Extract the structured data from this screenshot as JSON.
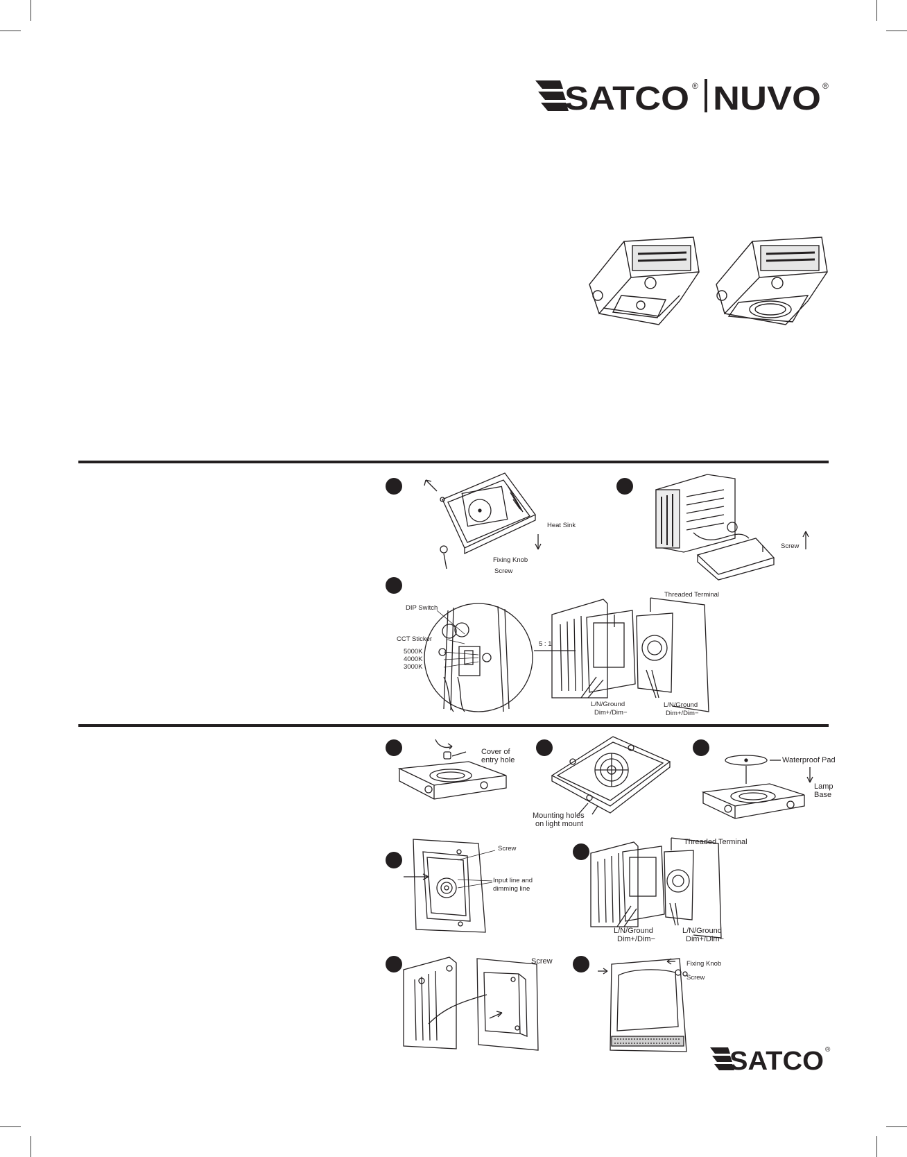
{
  "brand": {
    "logo_primary": "SATCO",
    "logo_secondary": "NUVO",
    "registered_mark": "®",
    "footer_logo": "SATCO",
    "colors": {
      "ink": "#231f20",
      "paper": "#ffffff"
    }
  },
  "section_install_1": {
    "figure1": {
      "heat_sink": "Heat Sink",
      "fixing_knob": "Fixing Knob",
      "screw": "Screw"
    },
    "figure2": {
      "screw": "Screw"
    },
    "figure3": {
      "dip_switch": "DIP Switch",
      "cct_sticker": "CCT Sticker",
      "cct_5000": "5000K",
      "cct_4000": "4000K",
      "cct_3000": "3000K",
      "scale": "5 : 1",
      "threaded_terminal": "Threaded Terminal",
      "wiring_left_1": "L/N/Ground",
      "wiring_left_2": "Dim+/Dim−",
      "wiring_right_1": "L/N/Ground",
      "wiring_right_2": "Dim+/Dim−"
    }
  },
  "section_install_2": {
    "figure1": {
      "cover_1": "Cover of",
      "cover_2": "entry hole"
    },
    "figure2": {
      "mount_1": "Mounting holes",
      "mount_2": "on light mount"
    },
    "figure3": {
      "waterproof_pad": "Waterproof Pad",
      "lamp_1": "Lamp",
      "lamp_2": "Base"
    },
    "figure4": {
      "screw": "Screw",
      "input_1": "Input line and",
      "input_2": "dimming line"
    },
    "figure5": {
      "threaded_terminal": "Threaded Terminal",
      "wiring_left_1": "L/N/Ground",
      "wiring_left_2": "Dim+/Dim−",
      "wiring_right_1": "L/N/Ground",
      "wiring_right_2": "Dim+/Dim−"
    },
    "figure6": {
      "screw": "Screw"
    },
    "figure7": {
      "fixing_knob": "Fixing Knob",
      "screw": "Screw"
    }
  }
}
